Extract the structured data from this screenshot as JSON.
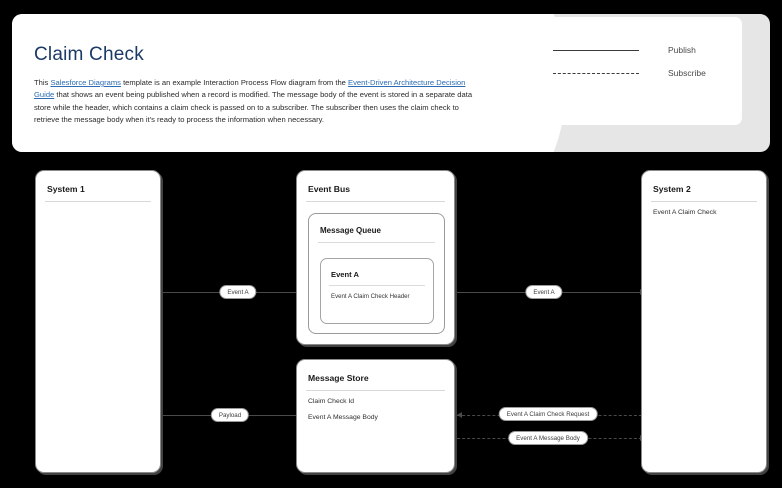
{
  "document": {
    "title": "Claim Check",
    "description_parts": [
      {
        "text": "This ",
        "link": false
      },
      {
        "text": "Salesforce Diagrams",
        "link": true
      },
      {
        "text": " template is an example Interaction Process Flow diagram from the ",
        "link": false
      },
      {
        "text": "Event-Driven Architecture Decision Guide",
        "link": true
      },
      {
        "text": " that shows an event being published when a record is modified.  The message body of the event is stored in a separate data store while the header, which contains a claim check is passed on to a subscriber.  The subscriber then uses the claim check to retrieve the message body when it's ready to process the information when necessary.",
        "link": false
      }
    ],
    "title_color": "#1c3a66",
    "link_color": "#2b6cb5"
  },
  "legend": {
    "rows": [
      {
        "label": "Publish",
        "style": "solid"
      },
      {
        "label": "Subscribe",
        "style": "dashed"
      }
    ]
  },
  "diagram": {
    "panels": {
      "system1": {
        "title": "System 1"
      },
      "event_bus": {
        "title": "Event Bus",
        "message_queue": {
          "title": "Message Queue",
          "event_a": {
            "title": "Event A",
            "item": "Event A Claim Check Header"
          }
        }
      },
      "message_store": {
        "title": "Message Store",
        "items": [
          "Claim Check Id",
          "Event A Message Body"
        ]
      },
      "system2": {
        "title": "System 2",
        "items": [
          "Event A Claim Check"
        ]
      }
    },
    "connectors": [
      {
        "id": "c1",
        "label": "Event A",
        "style": "solid"
      },
      {
        "id": "c2",
        "label": "Event A",
        "style": "solid"
      },
      {
        "id": "c3",
        "label": "Payload",
        "style": "solid"
      },
      {
        "id": "c4",
        "label": "Event A Claim Check Request",
        "style": "dashed"
      },
      {
        "id": "c5",
        "label": "Event A Message Body",
        "style": "dashed"
      }
    ]
  }
}
